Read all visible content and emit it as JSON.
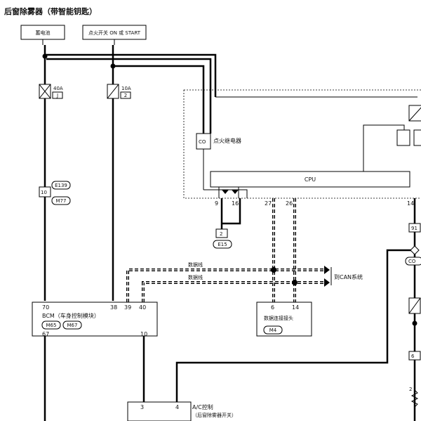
{
  "title": "后窗除雾器（带智能钥匙）",
  "sources": {
    "battery": "蓄电池",
    "ignition": "点火开关 ON 或 START"
  },
  "fuses": [
    {
      "rating": "40A",
      "id": "J"
    },
    {
      "rating": "10A",
      "id": "2"
    }
  ],
  "ipdm": {
    "relay_label": "点火继电器",
    "cpu_label": "CPU",
    "pins": [
      "9",
      "16",
      "27",
      "26",
      "14"
    ]
  },
  "connectors": {
    "e139": "E139",
    "m77": "M77",
    "e139_pin": "10",
    "e15": "E15",
    "e15_pin": "2",
    "m4": "M4",
    "co": "CO",
    "right_pin_a": "91",
    "right_pin_b": "6",
    "right_pin_c": "2"
  },
  "can": {
    "line1": "数据线",
    "line2": "数据线",
    "system": "到CAN系统"
  },
  "bcm": {
    "label": "BCM（车身控制模块）",
    "pin_70": "70",
    "pin_38": "38",
    "pin_39": "39",
    "pin_40": "40",
    "pin_67": "67",
    "pin_10": "10",
    "conn_a": "M65",
    "conn_b": "M67"
  },
  "data_link": {
    "label": "数据连接接头",
    "pin_6": "6",
    "pin_14": "14"
  },
  "ac_ctrl": {
    "label1": "A/C控制",
    "label2": "（后窗除雾器开关）",
    "pin_3": "3",
    "pin_4": "4"
  }
}
